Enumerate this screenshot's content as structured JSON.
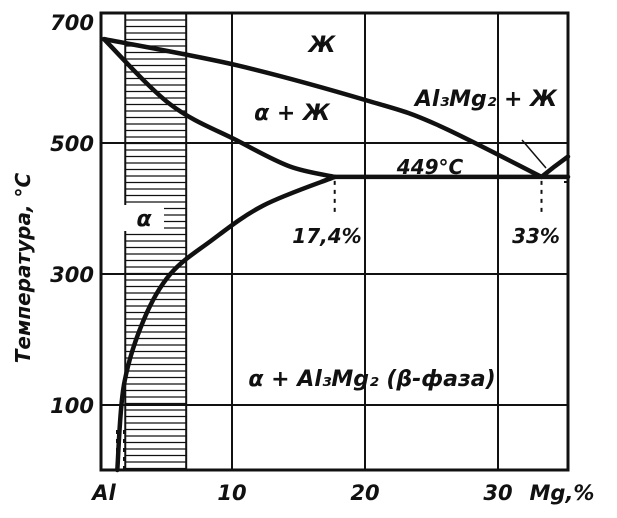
{
  "diagram": {
    "y_axis_label": "Температура, °С",
    "y_ticks": [
      "700",
      "500",
      "300",
      "100"
    ],
    "x_ticks": [
      "Al",
      "10",
      "20",
      "30",
      "Mg,%"
    ],
    "regions": {
      "liquid": "Ж",
      "alpha_liquid": "α + Ж",
      "alpha": "α",
      "intermetallic_liquid": "Al₃Mg₂ + Ж",
      "alpha_beta": "α + Al₃Mg₂ (β-фаза)"
    },
    "annotations": {
      "eutectic_temp": "449°С",
      "alpha_solubility": "17,4%",
      "eutectic_composition": "33%"
    }
  },
  "chart_data": {
    "type": "phase-diagram",
    "xlim": [
      0,
      35
    ],
    "ylim": [
      0,
      700
    ],
    "liquidus_left": [
      [
        0,
        660
      ],
      [
        10,
        620
      ],
      [
        20,
        565
      ],
      [
        25,
        530
      ],
      [
        33,
        449
      ]
    ],
    "liquidus_right": [
      [
        33,
        449
      ],
      [
        34,
        465
      ],
      [
        35,
        480
      ]
    ],
    "solidus": [
      [
        0,
        660
      ],
      [
        5,
        560
      ],
      [
        10,
        505
      ],
      [
        14,
        465
      ],
      [
        17.4,
        449
      ]
    ],
    "solvus": [
      [
        17.4,
        449
      ],
      [
        12,
        405
      ],
      [
        8,
        350
      ],
      [
        5,
        300
      ],
      [
        3,
        230
      ],
      [
        1.5,
        130
      ],
      [
        1,
        0
      ]
    ],
    "eutectic_line": [
      [
        17.4,
        449
      ],
      [
        35,
        449
      ]
    ],
    "eutectic_point": [
      33,
      449
    ],
    "max_solubility_point": [
      17.4,
      449
    ],
    "alpha_hatch_x_range": [
      1,
      6.2
    ]
  }
}
